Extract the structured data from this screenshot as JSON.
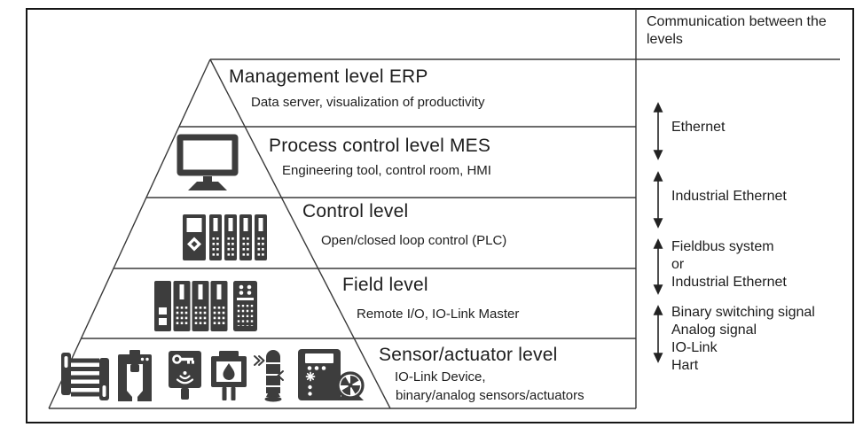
{
  "colors": {
    "background": "#ffffff",
    "border": "#161616",
    "line": "#3a3a3a",
    "arrow": "#222222",
    "text": "#1d1d1d",
    "icon": "#3d3d3d"
  },
  "header": {
    "title": "Communication between the levels"
  },
  "pyramid": {
    "levels": [
      {
        "title": "Management level ERP",
        "subtitle": "Data server, visualization of productivity",
        "icons": []
      },
      {
        "title": "Process control level MES",
        "subtitle": "Engineering tool, control room, HMI",
        "icons": [
          "monitor-icon"
        ]
      },
      {
        "title": "Control level",
        "subtitle": "Open/closed loop control (PLC)",
        "icons": [
          "plc-rack-icon"
        ]
      },
      {
        "title": "Field level",
        "subtitle": "Remote I/O, IO-Link Master",
        "icons": [
          "io-rack-icon",
          "io-module-icon"
        ]
      },
      {
        "title": "Sensor/actuator level",
        "subtitle": "IO-Link Device,",
        "subtitle2": "binary/analog sensors/actuators",
        "icons": [
          "light-curtain-icon",
          "frame-sensor-icon",
          "rfid-sensor-icon",
          "flow-sensor-icon",
          "signal-tower-icon",
          "io-link-device-icon"
        ]
      }
    ]
  },
  "communications": [
    {
      "id": "ethernet",
      "lines": [
        "Ethernet"
      ]
    },
    {
      "id": "industrial-ethernet",
      "lines": [
        "Industrial Ethernet"
      ]
    },
    {
      "id": "fieldbus",
      "lines": [
        "Fieldbus system",
        "or",
        "Industrial Ethernet"
      ]
    },
    {
      "id": "signals",
      "lines": [
        "Binary switching signal",
        "Analog signal",
        "IO-Link",
        "Hart"
      ]
    }
  ]
}
